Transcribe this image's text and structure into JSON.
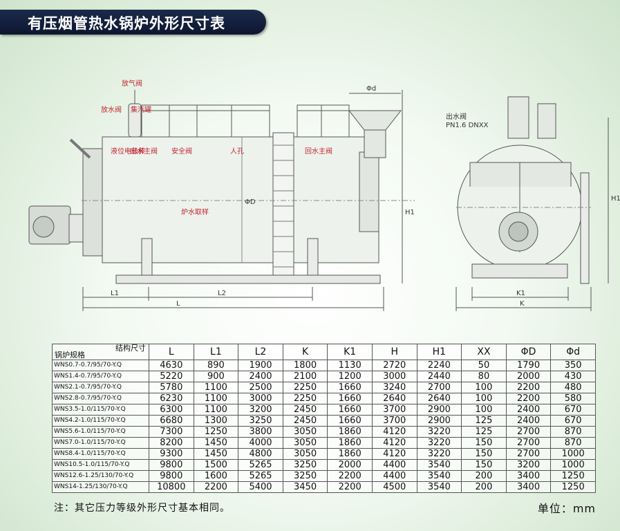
{
  "title": "有压烟管热水锅炉外形尺寸表",
  "diagram": {
    "labels": {
      "fangqi": "放气阀",
      "fangshui": "放水阀",
      "jiqiguan": "集汽罐",
      "yewei": "液位电极棒",
      "chushui": "出水主阀",
      "anquan": "安全阀",
      "renkong": "人孔",
      "luqu": "炉水取样",
      "huishui": "回水主阀",
      "chushuifa": "出水阀",
      "pn": "PN1.6 DNXX"
    },
    "dims": {
      "phi_d": "Φd",
      "phi_D": "ΦD",
      "H1": "H1",
      "L1": "L1",
      "L2": "L2",
      "L": "L",
      "K1": "K1",
      "K": "K"
    }
  },
  "table": {
    "corner_top": "结构尺寸",
    "corner_bottom": "锅炉规格",
    "headers": [
      "L",
      "L1",
      "L2",
      "K",
      "K1",
      "H",
      "H1",
      "XX",
      "ΦD",
      "Φd"
    ],
    "rows": [
      [
        "WNS0.7-0.7/95/70-Y.Q",
        "4630",
        "890",
        "1900",
        "1800",
        "1130",
        "2720",
        "2240",
        "50",
        "1790",
        "350"
      ],
      [
        "WNS1.4-0.7/95/70-Y.Q",
        "5220",
        "900",
        "2400",
        "2100",
        "1200",
        "3000",
        "2440",
        "80",
        "2000",
        "430"
      ],
      [
        "WNS2.1-0.7/95/70-Y.Q",
        "5780",
        "1100",
        "2500",
        "2250",
        "1660",
        "3240",
        "2700",
        "100",
        "2200",
        "480"
      ],
      [
        "WNS2.8-0.7/95/70-Y.Q",
        "6230",
        "1100",
        "3000",
        "2250",
        "1660",
        "2640",
        "2640",
        "100",
        "2200",
        "580"
      ],
      [
        "WNS3.5-1.0/115/70-Y.Q",
        "6300",
        "1100",
        "3200",
        "2450",
        "1660",
        "3700",
        "2900",
        "100",
        "2400",
        "670"
      ],
      [
        "WNS4.2-1.0/115/70-Y.Q",
        "6680",
        "1300",
        "3250",
        "2450",
        "1660",
        "3700",
        "2900",
        "125",
        "2400",
        "670"
      ],
      [
        "WNS5.6-1.0/115/70-Y.Q",
        "7300",
        "1250",
        "3800",
        "3050",
        "1860",
        "4120",
        "3220",
        "125",
        "2700",
        "870"
      ],
      [
        "WNS7.0-1.0/115/70-Y.Q",
        "8200",
        "1450",
        "4000",
        "3050",
        "1860",
        "4120",
        "3220",
        "150",
        "2700",
        "870"
      ],
      [
        "WNS8.4-1.0/115/70-Y.Q",
        "9300",
        "1450",
        "4800",
        "3050",
        "1860",
        "4120",
        "3220",
        "150",
        "2700",
        "1000"
      ],
      [
        "WNS10.5-1.0/115/70-Y.Q",
        "9800",
        "1500",
        "5265",
        "3250",
        "2000",
        "4400",
        "3540",
        "150",
        "3200",
        "1000"
      ],
      [
        "WNS12.6-1.25/130/70-Y.Q",
        "9800",
        "1600",
        "5265",
        "3250",
        "2200",
        "4400",
        "3540",
        "200",
        "3400",
        "1250"
      ],
      [
        "WNS14-1.25/130/70-Y.Q",
        "10800",
        "2200",
        "5400",
        "3450",
        "2200",
        "4500",
        "3540",
        "200",
        "3400",
        "1250"
      ]
    ]
  },
  "note": "注：其它压力等级外形尺寸基本相同。",
  "unit": "单位：mm"
}
